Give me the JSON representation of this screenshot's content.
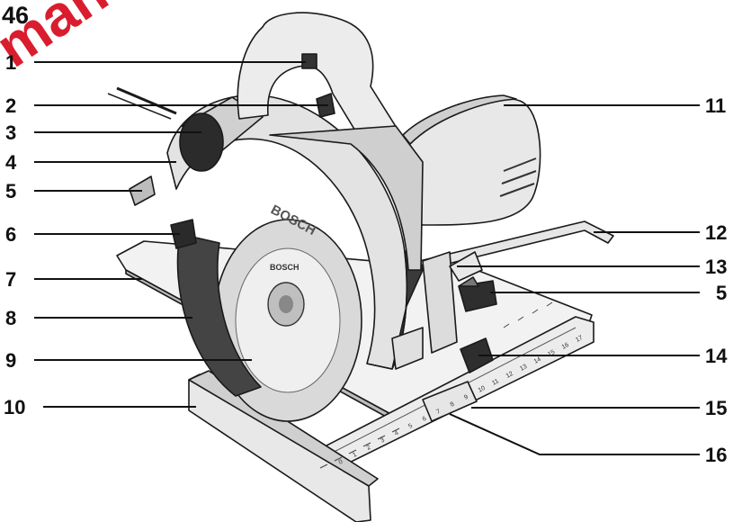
{
  "page_number": "46",
  "watermark": "manualsmikosoft pl",
  "callouts": [
    {
      "id": "1",
      "label": "1"
    },
    {
      "id": "2",
      "label": "2"
    },
    {
      "id": "3",
      "label": "3"
    },
    {
      "id": "4",
      "label": "4"
    },
    {
      "id": "5l",
      "label": "5"
    },
    {
      "id": "6",
      "label": "6"
    },
    {
      "id": "7",
      "label": "7"
    },
    {
      "id": "8",
      "label": "8"
    },
    {
      "id": "9",
      "label": "9"
    },
    {
      "id": "10",
      "label": "10"
    },
    {
      "id": "11",
      "label": "11"
    },
    {
      "id": "12",
      "label": "12"
    },
    {
      "id": "13",
      "label": "13"
    },
    {
      "id": "5r",
      "label": "5"
    },
    {
      "id": "14",
      "label": "14"
    },
    {
      "id": "15",
      "label": "15"
    },
    {
      "id": "16",
      "label": "16"
    }
  ],
  "tool": {
    "brand_guard": "BOSCH",
    "brand_blade": "BOSCH"
  },
  "scale_marks": [
    "0",
    "1",
    "2",
    "3",
    "4",
    "5",
    "6",
    "7",
    "8",
    "9",
    "10",
    "11",
    "12",
    "13",
    "14",
    "15",
    "16",
    "17"
  ]
}
